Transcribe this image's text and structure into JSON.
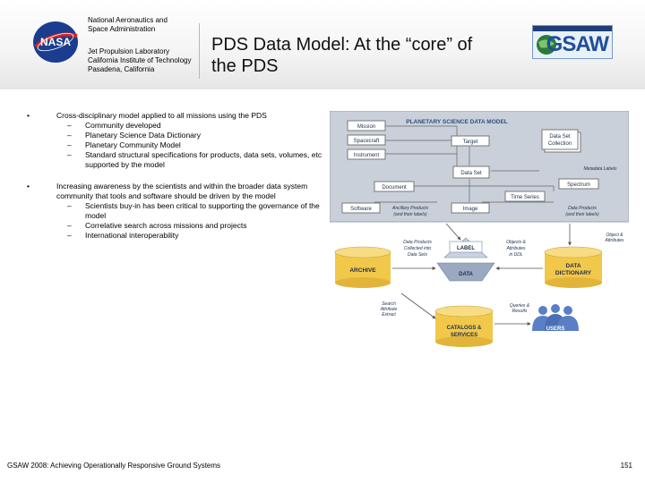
{
  "header": {
    "org_top": [
      "National Aeronautics and",
      "Space Administration"
    ],
    "org_bottom": [
      "Jet Propulsion Laboratory",
      "California Institute of Technology",
      "Pasadena, California"
    ],
    "nasa_logo_text": "NASA",
    "gsaw_logo_text": "GSAW",
    "title_line1": "PDS Data Model: At the “core” of",
    "title_line2": "the PDS"
  },
  "bullets": [
    {
      "mark": "•",
      "text": "Cross-disciplinary model applied to all missions using the PDS",
      "subs": [
        "Community developed",
        "Planetary Science Data Dictionary",
        "Planetary Community Model",
        "Standard structural specifications for products, data sets, volumes, etc supported by the model"
      ]
    },
    {
      "mark": "•",
      "text": "Increasing awareness by the scientists and within the broader data system community that tools and software should be driven by the model",
      "subs": [
        "Scientists buy-in has been critical to supporting the governance of the model",
        "Correlative search across missions and projects",
        "International interoperability"
      ]
    }
  ],
  "sub_mark": "–",
  "diagram": {
    "title": "PLANETARY SCIENCE DATA MODEL",
    "nodes": {
      "mission": "Mission",
      "spacecraft": "Spacecraft",
      "instrument": "Instrument",
      "target": "Target",
      "data_set": "Data Set",
      "data_set_collection": [
        "Data Set",
        "Collection"
      ],
      "metadata_labels": "Metadata Labels",
      "document": "Document",
      "spectrum": "Spectrum",
      "time_series": "Time Series",
      "software": "Software",
      "image": "Image",
      "ancillary": [
        "Ancillary Products",
        "(and their labels)"
      ],
      "data_products": [
        "Data Products",
        "(and their labels)"
      ],
      "collected": [
        "Data Products",
        "Collected into",
        "Data Sets"
      ],
      "label": "LABEL",
      "objects": [
        "Objects &",
        "Attributes",
        "in DDL"
      ],
      "object_attrs": [
        "Object &",
        "Attributes"
      ],
      "archive": "ARCHIVE",
      "data": "DATA",
      "dictionary": [
        "DATA",
        "DICTIONARY"
      ],
      "search": [
        "Search",
        "Attribute",
        "Extract"
      ],
      "queries": [
        "Queries &",
        "Results"
      ],
      "catalogs": [
        "CATALOGS &",
        "SERVICES"
      ],
      "users": "USERS"
    },
    "colors": {
      "panel": "#c9d0d9",
      "box": "#ffffff",
      "title": "#2f4f7f",
      "cylinder": "#f2c84b",
      "pyramid": "#9aa8c0",
      "users": "#5b7fc6"
    }
  },
  "footer": {
    "left": "GSAW 2008: Achieving Operationally Responsive Ground Systems",
    "page_number": "151"
  }
}
